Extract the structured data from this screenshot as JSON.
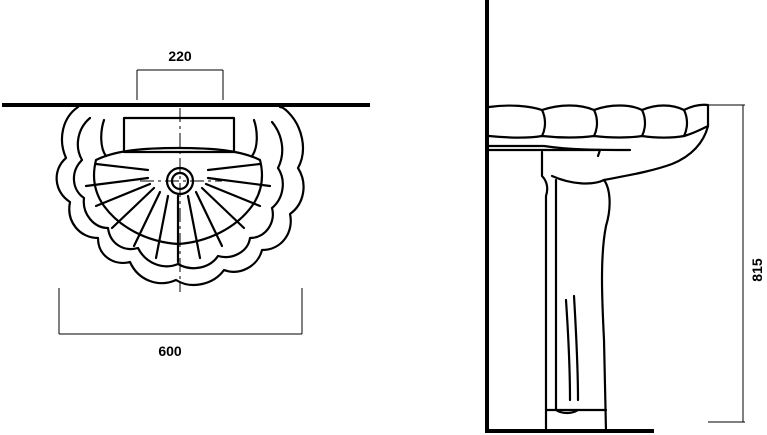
{
  "dimensions": {
    "top_width": "220",
    "overall_width": "600",
    "height": "815"
  }
}
